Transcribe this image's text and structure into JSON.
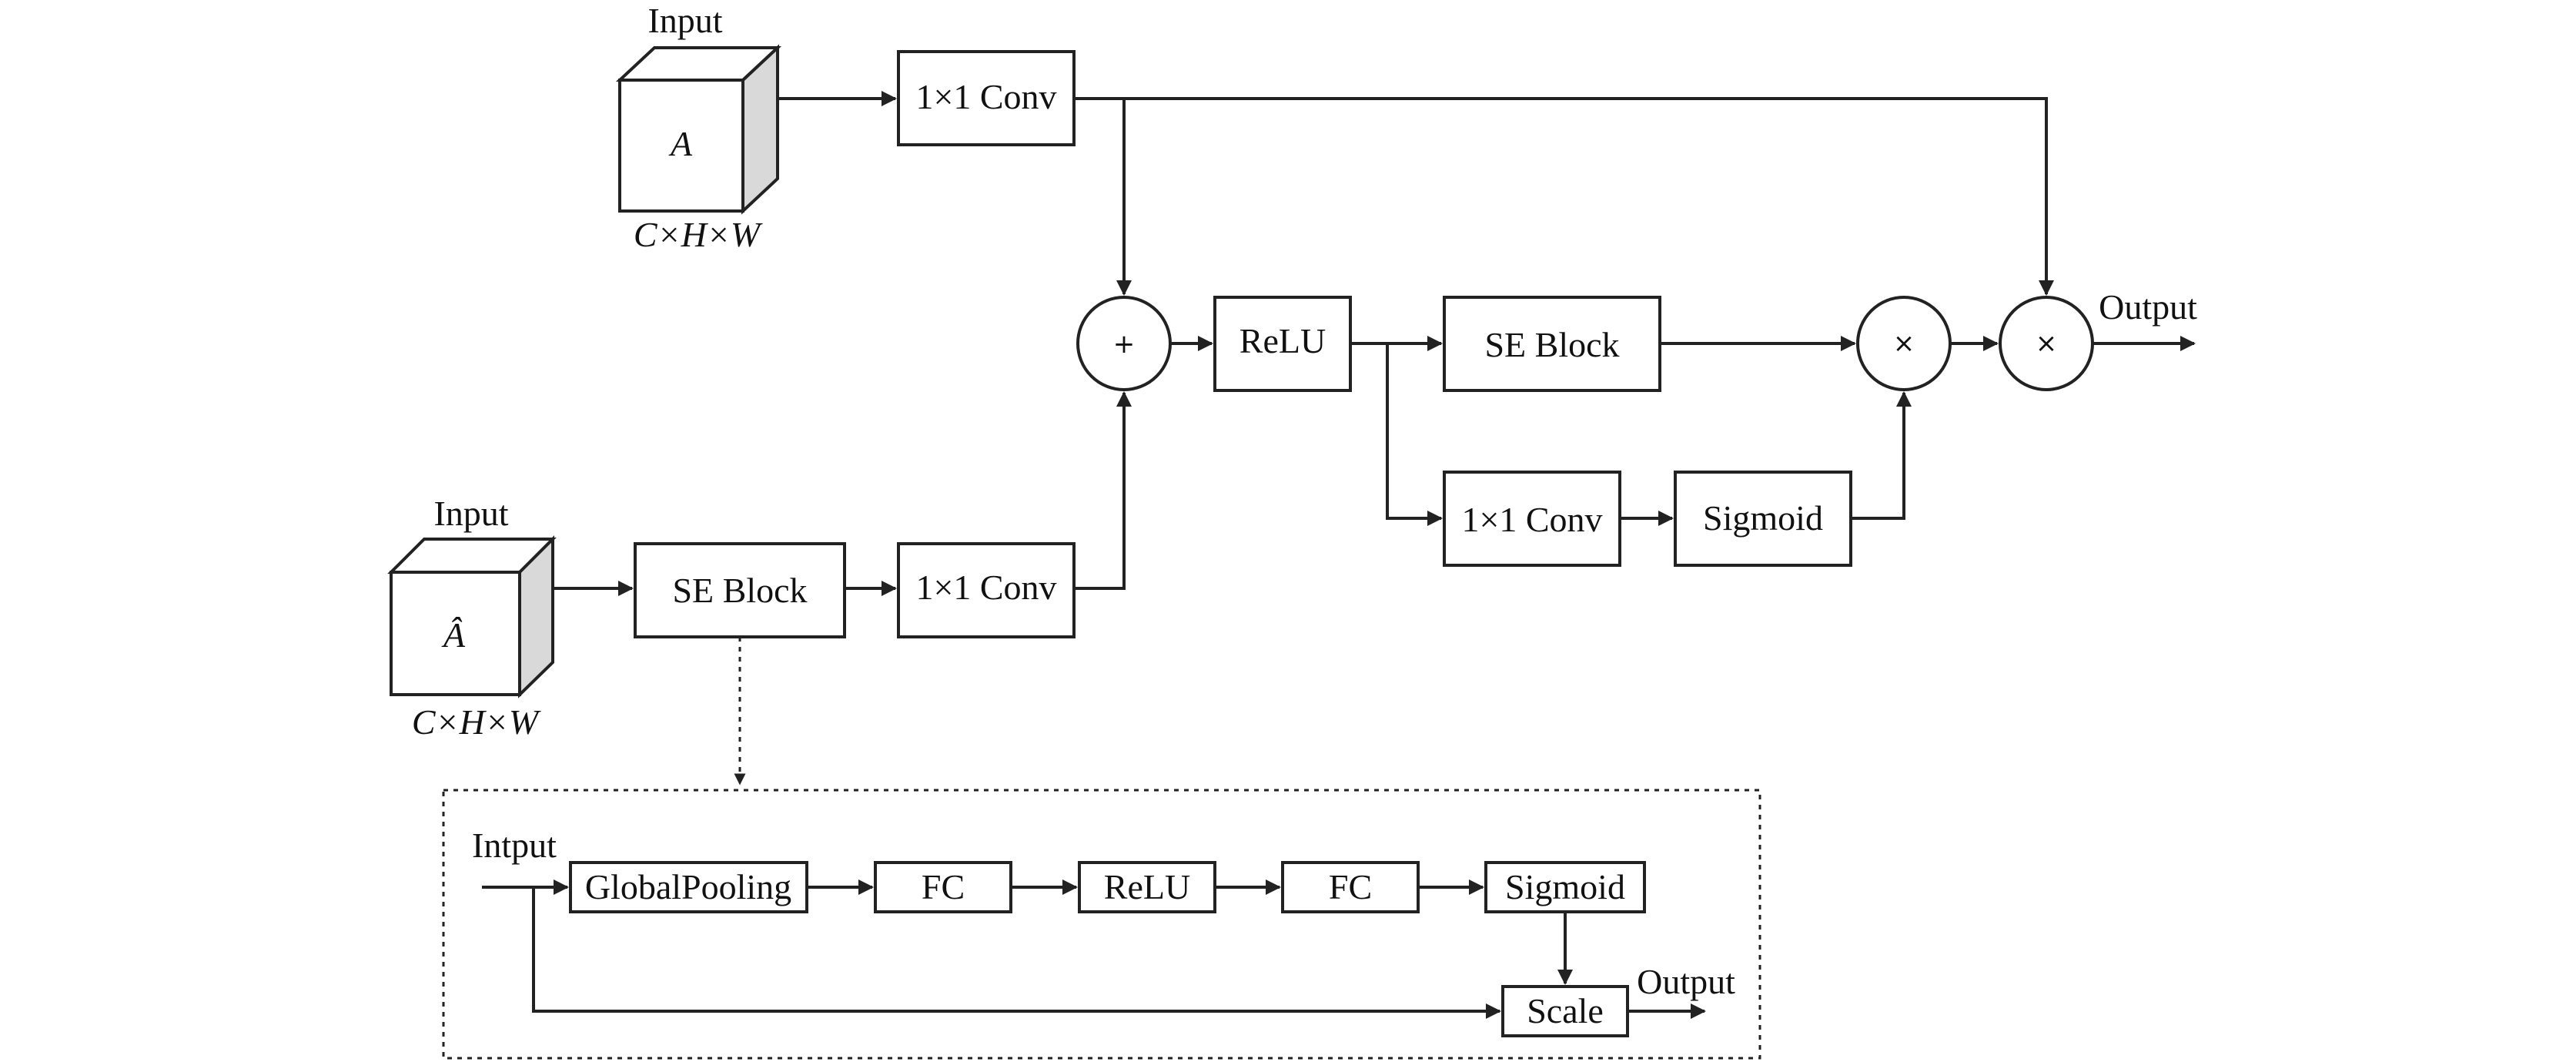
{
  "top_input": {
    "title": "Input",
    "tensor": "A",
    "shape": "C×H×W"
  },
  "bottom_input": {
    "title": "Input",
    "tensor": "Â",
    "shape": "C×H×W"
  },
  "main": {
    "conv_top": "1×1 Conv",
    "se_block_left": "SE Block",
    "conv_bottom": "1×1 Conv",
    "add_op": "+",
    "relu": "ReLU",
    "se_block_right": "SE Block",
    "conv_branch": "1×1 Conv",
    "sigmoid": "Sigmoid",
    "multiply_op_1": "×",
    "multiply_op_2": "×",
    "output": "Output"
  },
  "se_detail": {
    "input": "Intput",
    "global_pooling": "GlobalPooling",
    "fc1": "FC",
    "relu": "ReLU",
    "fc2": "FC",
    "sigmoid": "Sigmoid",
    "scale": "Scale",
    "output": "Output"
  }
}
